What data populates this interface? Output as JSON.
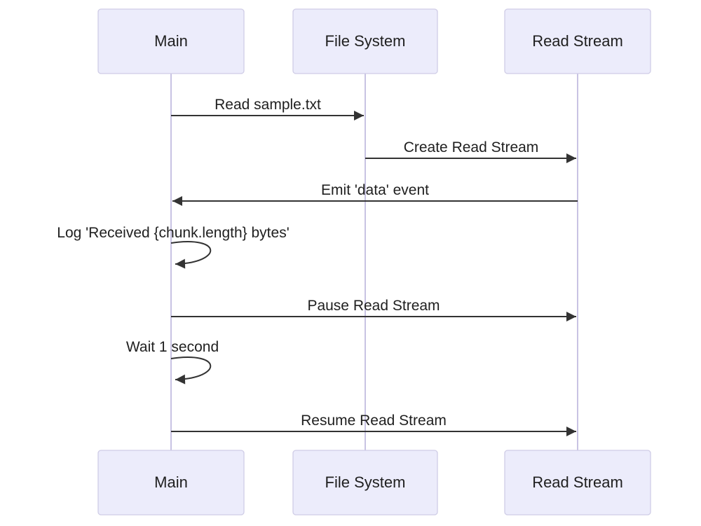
{
  "diagram": {
    "type": "sequence-diagram",
    "background": "#ffffff",
    "colors": {
      "actor_fill": "#ECECFB",
      "actor_border": "#CFCCE6",
      "lifeline": "#C8C3E3",
      "arrow": "#333333",
      "text": "#1f1f1f"
    },
    "actors": [
      {
        "id": "main",
        "name": "Main"
      },
      {
        "id": "file-system",
        "name": "File System"
      },
      {
        "id": "read-stream",
        "name": "Read Stream"
      }
    ],
    "messages": [
      {
        "from": "Main",
        "to": "File System",
        "kind": "arrow",
        "label": "Read sample.txt"
      },
      {
        "from": "File System",
        "to": "Read Stream",
        "kind": "arrow",
        "label": "Create Read Stream"
      },
      {
        "from": "Read Stream",
        "to": "Main",
        "kind": "arrow",
        "label": "Emit 'data' event"
      },
      {
        "from": "Main",
        "to": "Main",
        "kind": "self-loop",
        "label": "Log 'Received {chunk.length} bytes'"
      },
      {
        "from": "Main",
        "to": "Read Stream",
        "kind": "arrow",
        "label": "Pause Read Stream"
      },
      {
        "from": "Main",
        "to": "Main",
        "kind": "self-loop",
        "label": "Wait 1 second"
      },
      {
        "from": "Main",
        "to": "Read Stream",
        "kind": "arrow",
        "label": "Resume Read Stream"
      }
    ]
  }
}
